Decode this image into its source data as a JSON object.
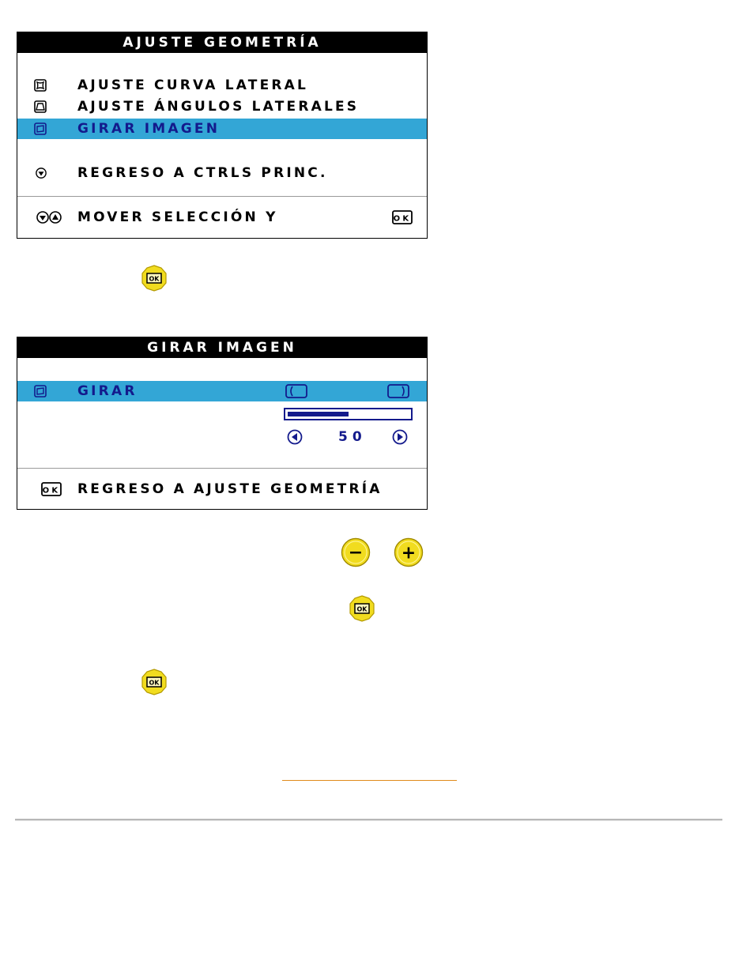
{
  "menu1": {
    "title": "AJUSTE GEOMETRÍA",
    "items": [
      {
        "label": "AJUSTE CURVA LATERAL",
        "icon": "pincushion-icon"
      },
      {
        "label": "AJUSTE ÁNGULOS LATERALES",
        "icon": "trapezoid-icon"
      },
      {
        "label": "GIRAR IMAGEN",
        "icon": "rotate-icon",
        "selected": true
      },
      {
        "label": "REGRESO A CTRLS PRINC.",
        "icon": "down-arrow-icon"
      }
    ],
    "footer": {
      "label": "MOVER SELECCIÓN Y",
      "ok_text": "OK"
    }
  },
  "menu2": {
    "title": "GIRAR IMAGEN",
    "item": {
      "label": "GIRAR",
      "icon": "rotate-icon",
      "selected": true
    },
    "value": "50",
    "value_fraction": 0.5,
    "footer": {
      "label": "REGRESO A AJUSTE GEOMETRÍA",
      "ok_text": "OK"
    }
  },
  "buttons": {
    "ok_text": "OK",
    "minus_symbol": "−",
    "plus_symbol": "+"
  },
  "colors": {
    "highlight": "#33a6d6",
    "osd_text": "#131a8c",
    "button_yellow": "#f1dc1f",
    "link": "#e08a1a"
  }
}
